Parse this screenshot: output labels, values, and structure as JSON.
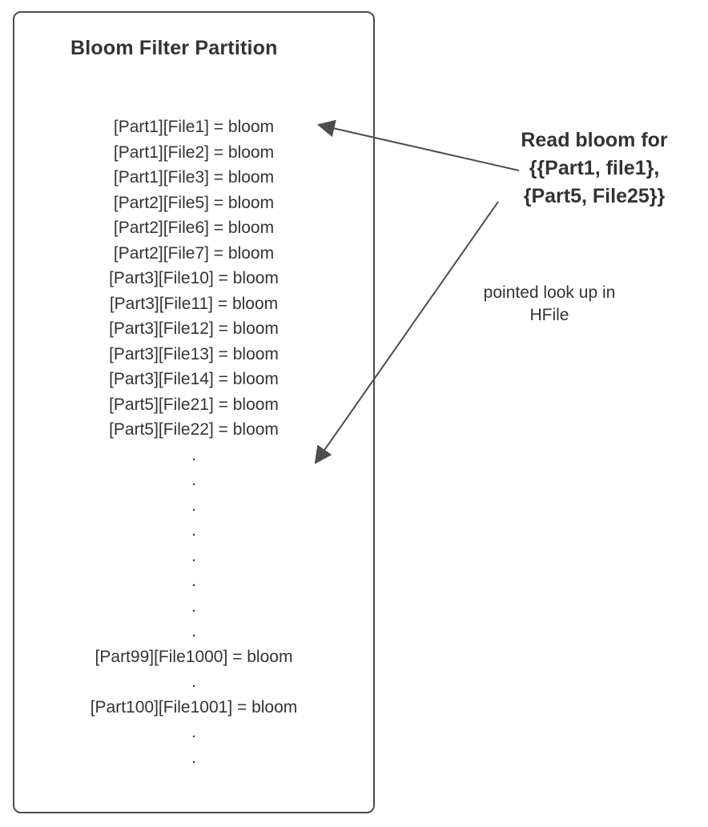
{
  "diagram": {
    "box": {
      "title": "Bloom Filter Partition",
      "lines": [
        "[Part1][File1] = bloom",
        "[Part1][File2] = bloom",
        "[Part1][File3] = bloom",
        "[Part2][File5] = bloom",
        "[Part2][File6] = bloom",
        "[Part2][File7] = bloom",
        "[Part3][File10] = bloom",
        "[Part3][File11] = bloom",
        "[Part3][File12] = bloom",
        "[Part3][File13] = bloom",
        "[Part3][File14] = bloom",
        "[Part5][File21] = bloom",
        "[Part5][File22] = bloom",
        ".",
        ".",
        ".",
        ".",
        ".",
        ".",
        ".",
        ".",
        "[Part99][File1000] = bloom",
        ".",
        "[Part100][File1001] = bloom",
        ".",
        "."
      ]
    },
    "annotations": {
      "read_bloom": {
        "line1": "Read bloom for",
        "line2": "{{Part1, file1},",
        "line3": "{Part5, File25}}"
      },
      "pointed_lookup": {
        "line1": "pointed look up in",
        "line2": "HFile"
      }
    },
    "colors": {
      "stroke": "#4d4d4d",
      "text": "#333333",
      "background": "#ffffff"
    }
  }
}
